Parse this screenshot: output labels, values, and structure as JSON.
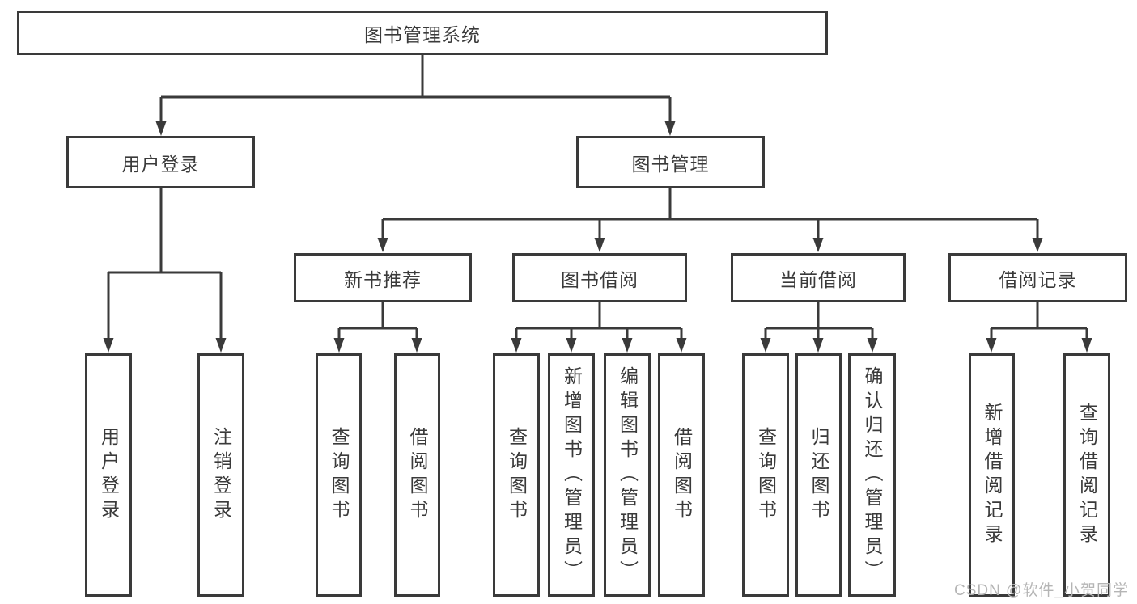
{
  "diagram": {
    "type": "tree",
    "root": {
      "label": "图书管理系统"
    },
    "level2": [
      {
        "label": "用户登录"
      },
      {
        "label": "图书管理"
      }
    ],
    "level3": [
      {
        "label": "新书推荐",
        "parent": "图书管理"
      },
      {
        "label": "图书借阅",
        "parent": "图书管理"
      },
      {
        "label": "当前借阅",
        "parent": "图书管理"
      },
      {
        "label": "借阅记录",
        "parent": "图书管理"
      }
    ],
    "leaves": [
      {
        "label": "用户登录",
        "parent": "用户登录"
      },
      {
        "label": "注销登录",
        "parent": "用户登录"
      },
      {
        "label": "查询图书",
        "parent": "新书推荐"
      },
      {
        "label": "借阅图书",
        "parent": "新书推荐"
      },
      {
        "label": "查询图书",
        "parent": "图书借阅"
      },
      {
        "label": "新增图书（管理员）",
        "parent": "图书借阅"
      },
      {
        "label": "编辑图书（管理员）",
        "parent": "图书借阅"
      },
      {
        "label": "借阅图书",
        "parent": "图书借阅"
      },
      {
        "label": "查询图书",
        "parent": "当前借阅"
      },
      {
        "label": "归还图书",
        "parent": "当前借阅"
      },
      {
        "label": "确认归还（管理员）",
        "parent": "当前借阅"
      },
      {
        "label": "新增借阅记录",
        "parent": "借阅记录"
      },
      {
        "label": "查询借阅记录",
        "parent": "借阅记录"
      }
    ],
    "watermark": "CSDN @软件_小贺同学",
    "colors": {
      "line": "#3a3a3a",
      "text": "#3a3a3a",
      "watermark": "#b5b5b5",
      "background": "#ffffff"
    }
  }
}
